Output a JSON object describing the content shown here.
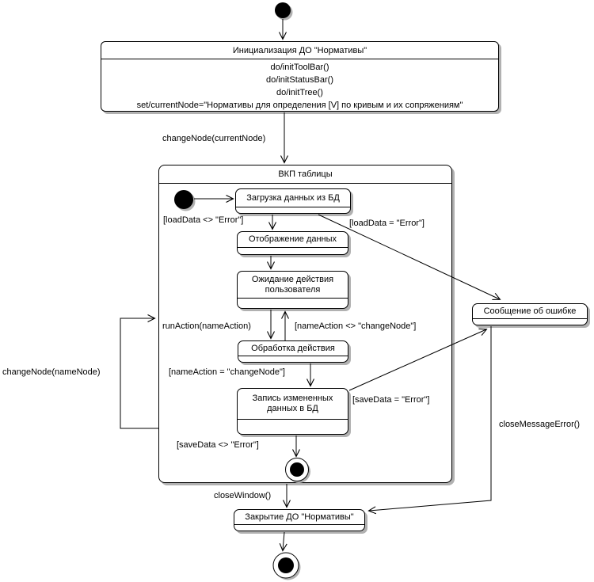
{
  "diagram": {
    "type": "uml-statechart",
    "background": "#ffffff",
    "line_color": "#000000",
    "shadow_color": "#b1b1b1",
    "states": {
      "init": {
        "title": "Инициализация ДО \"Нормативы\"",
        "actions": [
          "do/initToolBar()",
          "do/initStatusBar()",
          "do/initTree()",
          "set/currentNode=\"Нормативы для определения [V] по кривым и их сопряжениям\""
        ]
      },
      "composite": {
        "title": "ВКП таблицы"
      },
      "load": {
        "title": "Загрузка данных из БД"
      },
      "display": {
        "title": "Отображение данных"
      },
      "wait": {
        "title": "Ожидание действия пользователя"
      },
      "process": {
        "title": "Обработка действия"
      },
      "save": {
        "title": "Запись измененных данных в БД"
      },
      "error": {
        "title": "Сообщение об ошибке"
      },
      "close": {
        "title": "Закрытие ДО \"Нормативы\""
      }
    },
    "transitions": {
      "change_node_current": "changeNode(currentNode)",
      "load_ok": "[loadData <> \"Error\"]",
      "load_error": "[loadData = \"Error\"]",
      "run_action": "runAction(nameAction)",
      "name_action_not_change": "[nameAction <> \"changeNode\"]",
      "name_action_change": "[nameAction = \"changeNode\"]",
      "save_error": "[saveData = \"Error\"]",
      "save_ok": "[saveData <> \"Error\"]",
      "change_node_name": "changeNode(nameNode)",
      "close_window": "closeWindow()",
      "close_message_error": "closeMessageError()"
    }
  }
}
